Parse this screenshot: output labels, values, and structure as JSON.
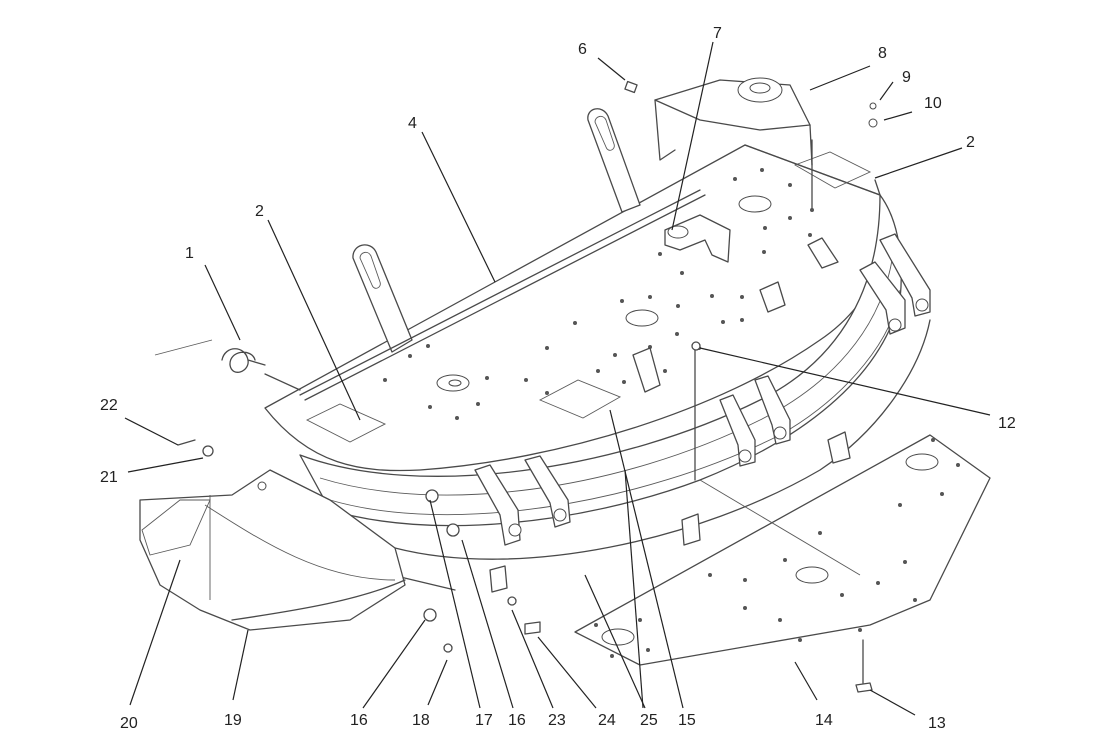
{
  "callouts": [
    {
      "id": "c1",
      "label": "1"
    },
    {
      "id": "c2a",
      "label": "2"
    },
    {
      "id": "c2b",
      "label": "2"
    },
    {
      "id": "c4",
      "label": "4"
    },
    {
      "id": "c6",
      "label": "6"
    },
    {
      "id": "c7",
      "label": "7"
    },
    {
      "id": "c8",
      "label": "8"
    },
    {
      "id": "c9",
      "label": "9"
    },
    {
      "id": "c10",
      "label": "10"
    },
    {
      "id": "c12",
      "label": "12"
    },
    {
      "id": "c13",
      "label": "13"
    },
    {
      "id": "c14",
      "label": "14"
    },
    {
      "id": "c15",
      "label": "15"
    },
    {
      "id": "c16a",
      "label": "16"
    },
    {
      "id": "c16b",
      "label": "16"
    },
    {
      "id": "c17",
      "label": "17"
    },
    {
      "id": "c18",
      "label": "18"
    },
    {
      "id": "c19",
      "label": "19"
    },
    {
      "id": "c20",
      "label": "20"
    },
    {
      "id": "c21",
      "label": "21"
    },
    {
      "id": "c22",
      "label": "22"
    },
    {
      "id": "c23",
      "label": "23"
    },
    {
      "id": "c24",
      "label": "24"
    },
    {
      "id": "c25",
      "label": "25"
    }
  ]
}
